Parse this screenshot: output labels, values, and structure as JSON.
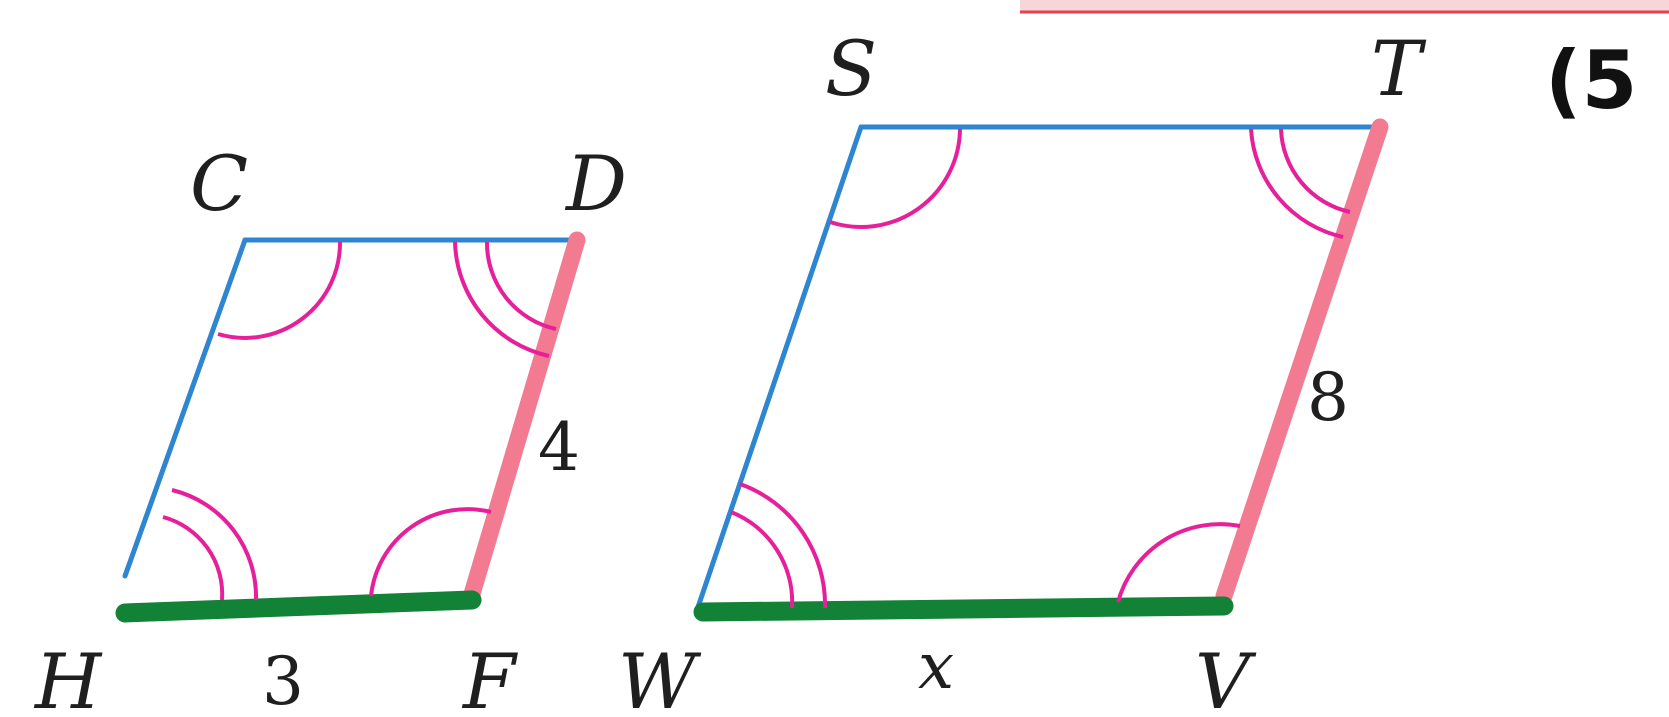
{
  "figure": {
    "problem_number": "(5",
    "left_parallelogram": {
      "vertices": {
        "top_left": "C",
        "top_right": "D",
        "bottom_right": "F",
        "bottom_left": "H"
      },
      "side_DF_length": "4",
      "side_HF_length": "3"
    },
    "right_parallelogram": {
      "vertices": {
        "top_left": "S",
        "top_right": "T",
        "bottom_right": "V",
        "bottom_left": "W"
      },
      "side_TV_length": "8",
      "side_WV_length": "x"
    },
    "colors": {
      "side_outline": "#2f86d0",
      "highlight_side_pink": "#f27a91",
      "highlight_side_green": "#118236",
      "angle_arcs": "#e6209a"
    }
  }
}
